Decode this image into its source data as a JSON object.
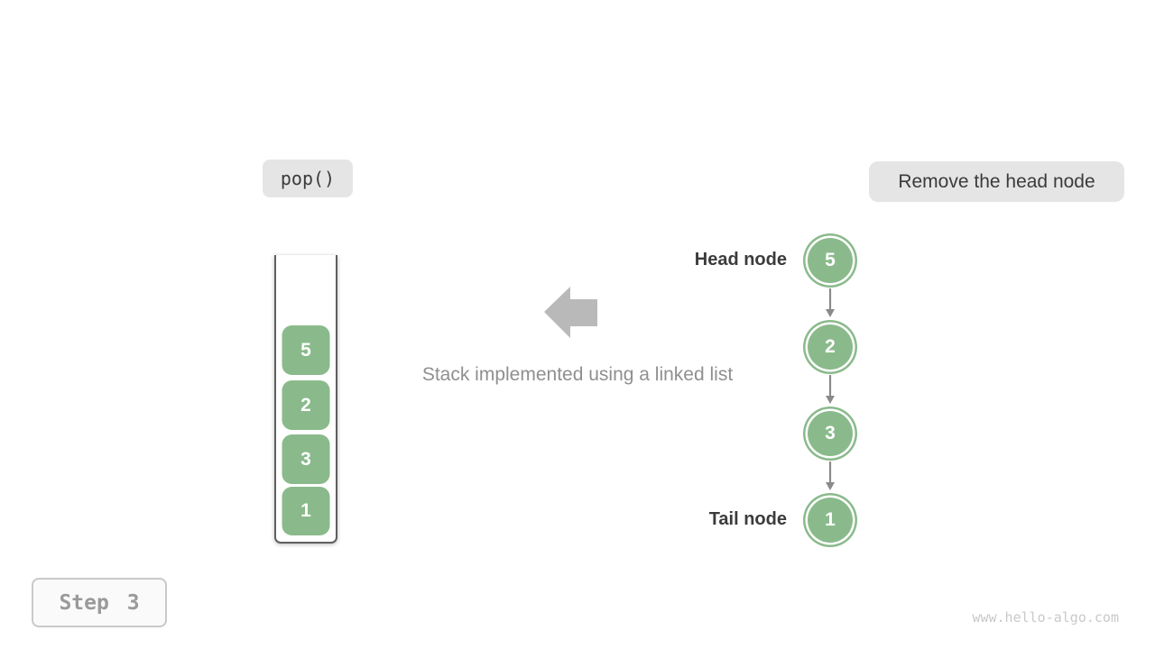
{
  "labels": {
    "operation": "pop()",
    "annotation": "Remove the head node",
    "caption": "Stack implemented using a linked list",
    "head_node": "Head node",
    "tail_node": "Tail node",
    "step": "Step 3",
    "watermark": "www.hello-algo.com"
  },
  "stack": {
    "items": [
      "5",
      "2",
      "3",
      "1"
    ]
  },
  "linked_list": {
    "nodes": [
      "5",
      "2",
      "3",
      "1"
    ]
  },
  "icons": {
    "big_left_arrow": "◀",
    "node_connector": "↓"
  },
  "colors": {
    "green": "#8aba8b",
    "chip_bg": "#e5e5e5",
    "big_arrow_gray": "#b9b9b9",
    "connector_gray": "#8a8a8a",
    "text_dark": "#3b3b3b",
    "caption_gray": "#8f8f8f",
    "container_border": "#5f5f5f",
    "step_gray": "#9a9a9a",
    "step_border": "#c9c9c9",
    "watermark_gray": "#c9c9c9"
  }
}
